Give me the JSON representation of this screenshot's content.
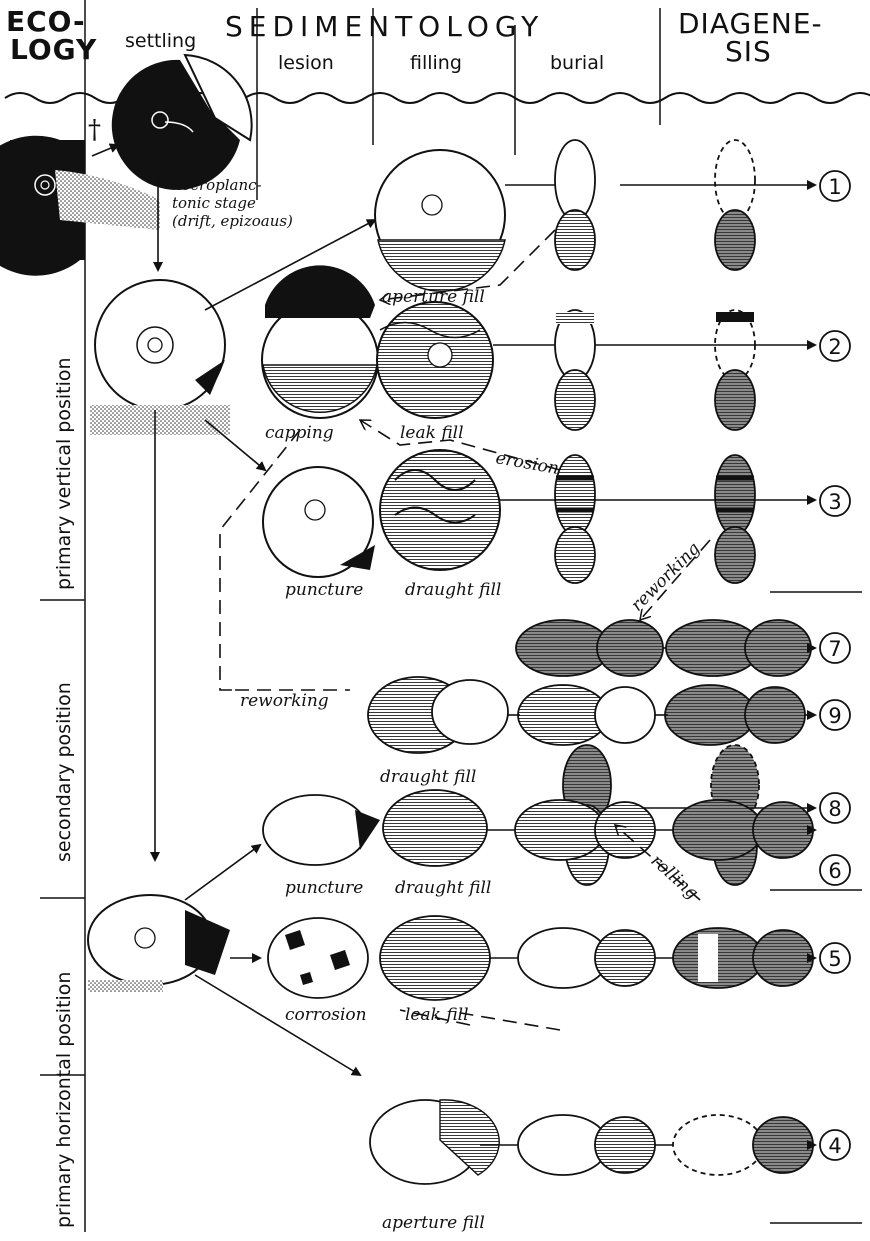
{
  "header": {
    "ecology": [
      "ECO-",
      "LOGY"
    ],
    "sedimentology": "SEDIMENTOLOGY",
    "diagenesis": [
      "DIAGENE-",
      "SIS"
    ],
    "stages": {
      "settling": "settling",
      "lesion": "lesion",
      "filling": "filling",
      "burial": "burial"
    }
  },
  "side_labels": {
    "primary_vertical": "primary vertical position",
    "secondary": "secondary position",
    "primary_horizontal": "primary horizontal position"
  },
  "death_symbol": "†",
  "labels": {
    "necroplanktonic": [
      "necroplanc-",
      "tonic stage",
      "(drift, epizoaus)"
    ],
    "aperture_fill_top": "aperture fill",
    "capping": "capping",
    "leak_fill_top": "leak fill",
    "erosion": "erosion",
    "puncture_top": "puncture",
    "draught_fill_top": "draught fill",
    "reworking_right": "reworking",
    "reworking_left": "reworking",
    "draught_fill_mid": "draught fill",
    "rolling": "rolling",
    "puncture_bottom": "puncture",
    "draught_fill_bottom": "draught fill",
    "corrosion": "corrosion",
    "leak_fill_bottom": "leak fill",
    "aperture_fill_bottom": "aperture fill"
  },
  "outcomes": [
    "1",
    "2",
    "3",
    "7",
    "9",
    "8",
    "6",
    "5",
    "4"
  ],
  "colors": {
    "ink": "#111111",
    "sediment": "#777777",
    "paper": "#ffffff"
  }
}
